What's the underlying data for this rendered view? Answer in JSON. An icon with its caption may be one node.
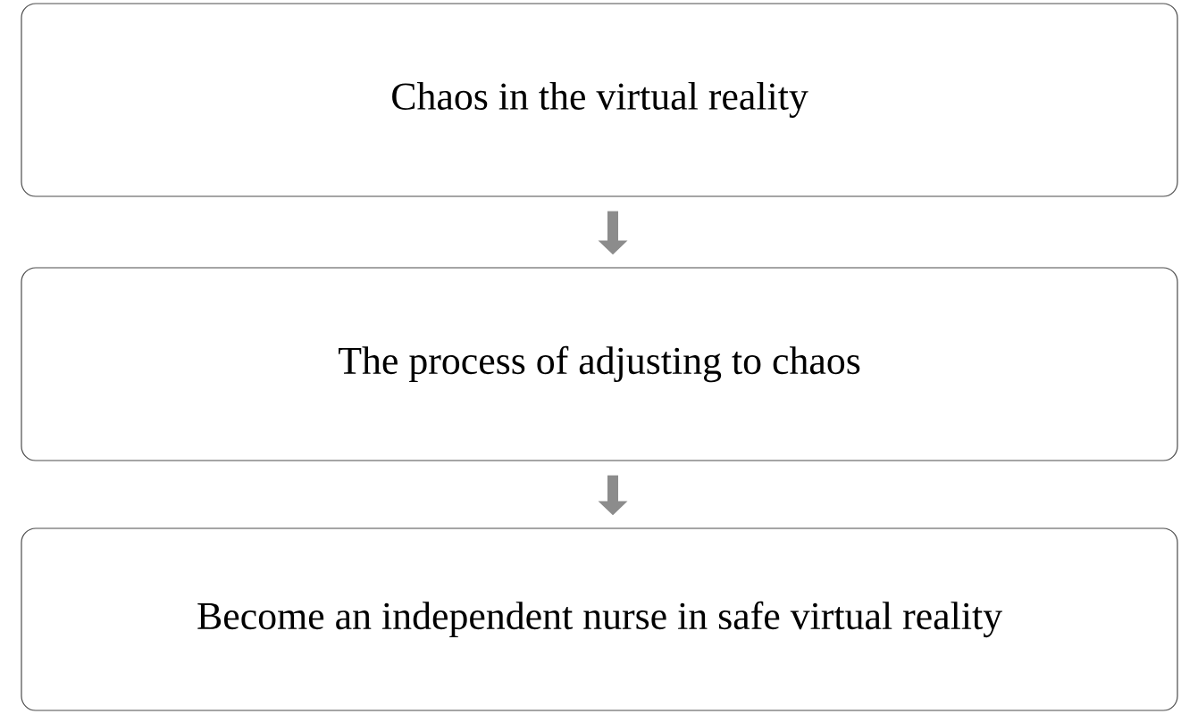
{
  "diagram": {
    "nodes": [
      {
        "text": [
          "Chaos in the virtual reality"
        ]
      },
      {
        "text": [
          "The process of adjusting to chaos"
        ]
      },
      {
        "text": [
          "Become an independent nurse in safe virtual reality"
        ]
      }
    ],
    "edges": [
      {
        "from": 0,
        "to": 1,
        "arrow": "to"
      },
      {
        "from": 1,
        "to": 2,
        "arrow": "to"
      }
    ]
  }
}
